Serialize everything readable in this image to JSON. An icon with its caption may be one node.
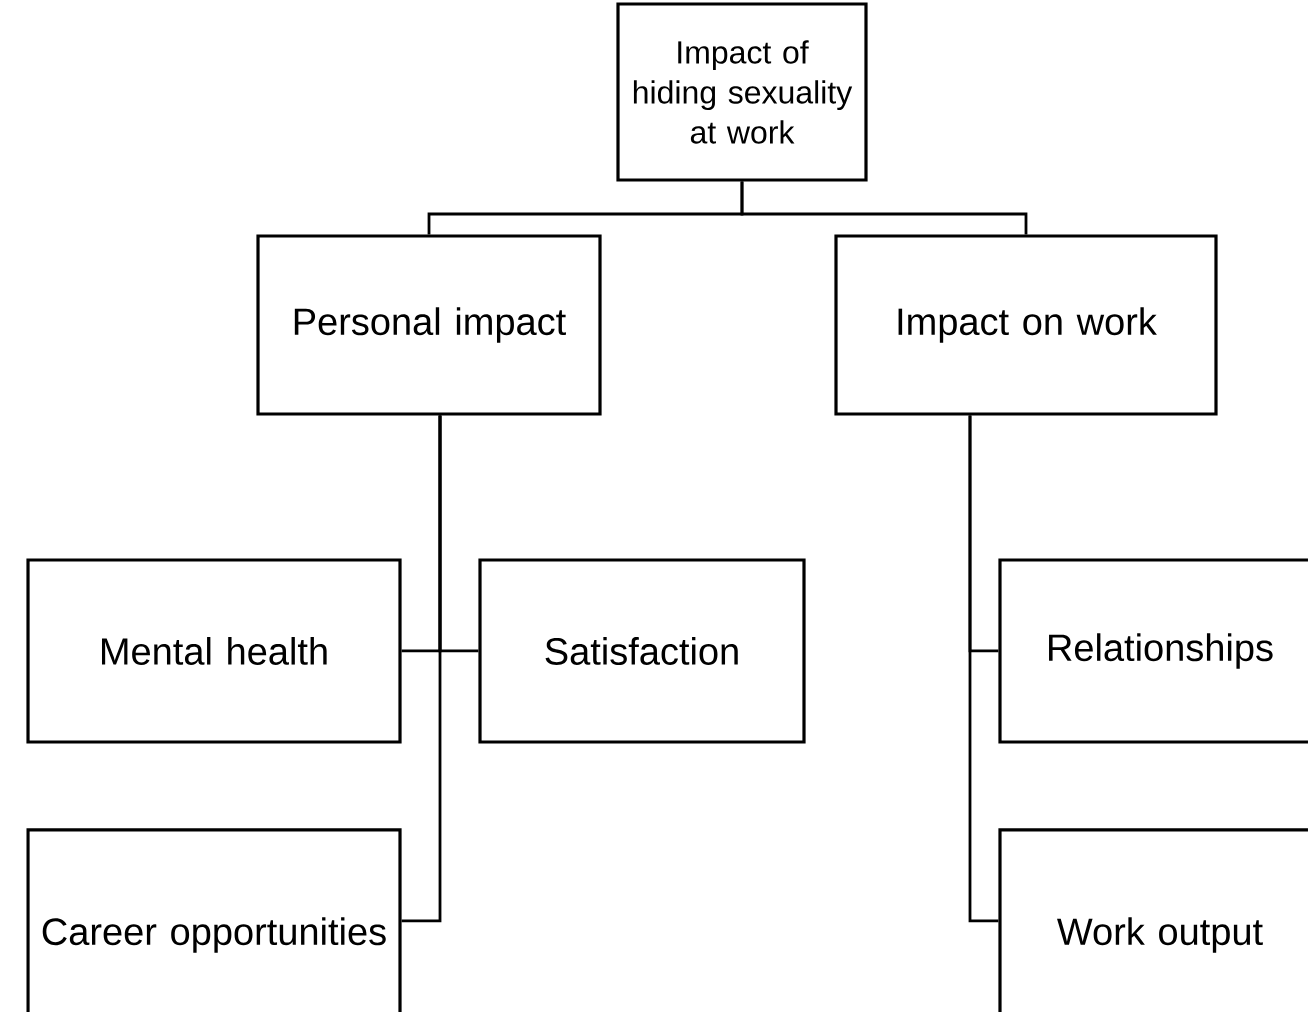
{
  "diagram": {
    "nodes": [
      {
        "text": [
          "Impact of hiding sexuality at work"
        ]
      },
      {
        "text": [
          "Personal impact"
        ]
      },
      {
        "text": [
          "Impact on work"
        ]
      },
      {
        "text": [
          "Mental health"
        ]
      },
      {
        "text": [
          "Satisfaction"
        ]
      },
      {
        "text": [
          "Career opportunities"
        ]
      },
      {
        "text": [
          "Relationships"
        ]
      },
      {
        "text": [
          "Work output"
        ]
      }
    ],
    "edges": [
      {
        "from": 0,
        "to": 1,
        "arrow": "none"
      },
      {
        "from": 0,
        "to": 2,
        "arrow": "none"
      },
      {
        "from": 1,
        "to": 3,
        "arrow": "none"
      },
      {
        "from": 1,
        "to": 4,
        "arrow": "none"
      },
      {
        "from": 1,
        "to": 5,
        "arrow": "none"
      },
      {
        "from": 2,
        "to": 6,
        "arrow": "none"
      },
      {
        "from": 2,
        "to": 7,
        "arrow": "none"
      }
    ]
  }
}
